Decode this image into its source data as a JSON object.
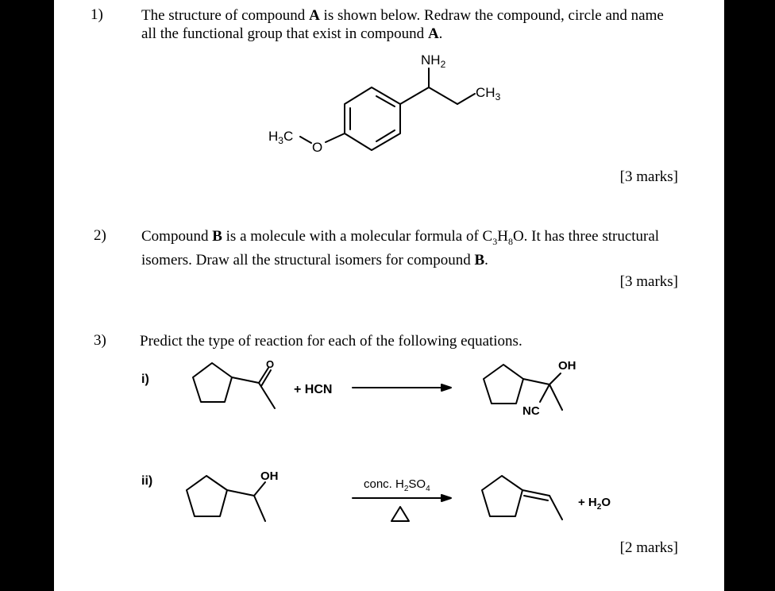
{
  "questions": [
    {
      "number": "1)",
      "text_line1": "The structure of compound ",
      "bold1": "A",
      "text_line1_b": " is shown below. Redraw the compound, circle and name",
      "text_line2": "all the functional group that exist in compound ",
      "bold2": "A",
      "text_line2_b": ".",
      "marks": "[3 marks]",
      "structure_labels": {
        "nh2": "NH",
        "nh2_sub": "2",
        "ch3": "CH",
        "ch3_sub": "3",
        "h3c_h": "H",
        "h3c_sub": "3",
        "h3c_c": "C",
        "o": "O"
      }
    },
    {
      "number": "2)",
      "text_line1_a": "Compound ",
      "bold1": "B",
      "text_line1_b": " is a molecule with a molecular formula of C",
      "sub1": "3",
      "h": "H",
      "sub2": "8",
      "text_line1_c": "O. It has three structural",
      "text_line2_a": "isomers. Draw all the structural isomers for compound ",
      "bold2": "B",
      "text_line2_b": ".",
      "marks": "[3 marks]"
    },
    {
      "number": "3)",
      "text": "Predict the type of reaction for each of the following equations.",
      "marks": "[2 marks]",
      "reactions": [
        {
          "label": "i)",
          "reagent": "+ HCN",
          "product_oh": "OH",
          "product_nc": "NC",
          "ketone_o": "O"
        },
        {
          "label": "ii)",
          "reactant_oh": "OH",
          "condition_top": "conc. H",
          "condition_sub1": "2",
          "condition_so": "SO",
          "condition_sub2": "4",
          "side_product": "+ H",
          "side_sub": "2",
          "side_o": "O"
        }
      ]
    }
  ]
}
